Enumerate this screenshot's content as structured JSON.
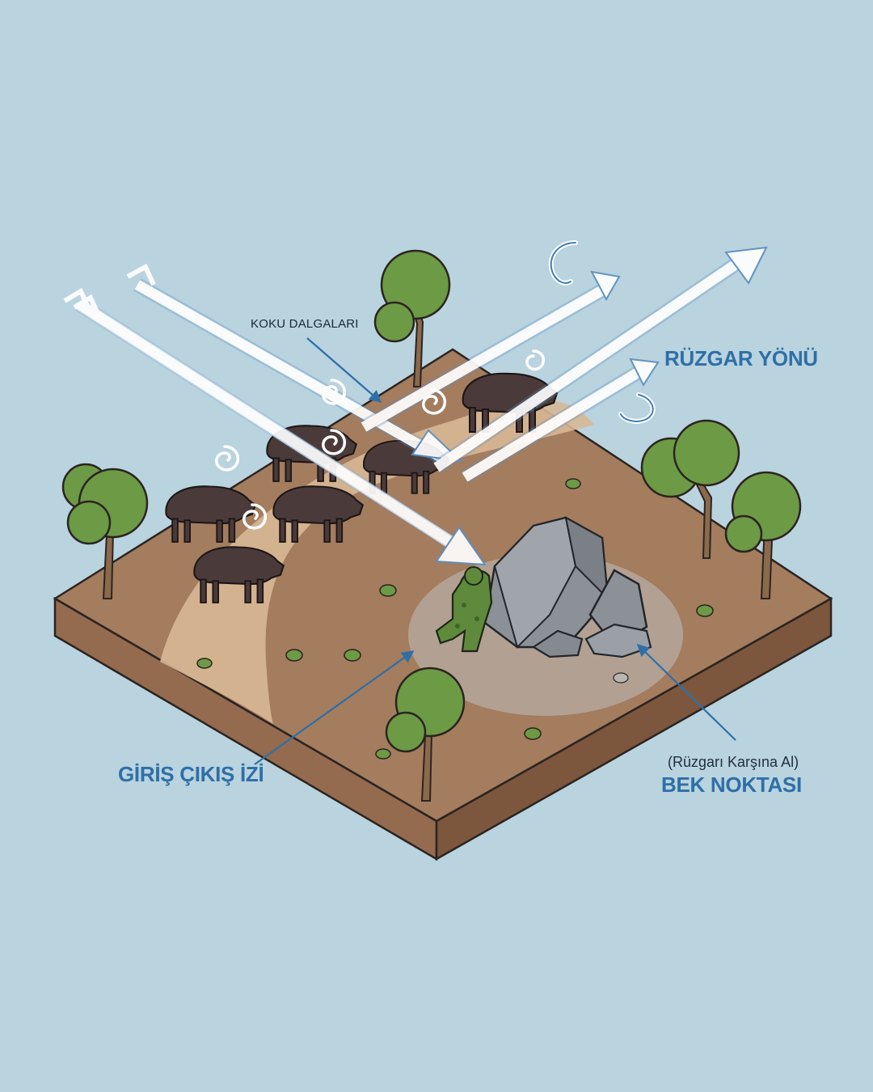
{
  "labels": {
    "scent_waves": "KOKU DALGALARI",
    "wind_direction": "RÜZGAR YÖNÜ",
    "entry_exit_trail": "GİRİŞ ÇIKIŞ İZİ",
    "ambush_note": "(Rüzgarı Karşına Al)",
    "ambush_point": "BEK NOKTASI"
  },
  "colors": {
    "background": "#b9d3df",
    "ground_top": "#a47c5e",
    "ground_side": "#946b4f",
    "trail": "#d8b896",
    "tree_foliage": "#6c9a45",
    "tree_trunk": "#8b6a4c",
    "boar": "#4a3b3a",
    "rock": "#8c9197",
    "wind_arrow": "#ffffff",
    "label_accent": "#2f6fa6"
  },
  "icons": [
    "tree-icon",
    "boar-icon",
    "rock-icon",
    "soldier-icon",
    "wind-arrow-icon",
    "scent-swirl-icon",
    "wind-curl-icon"
  ]
}
